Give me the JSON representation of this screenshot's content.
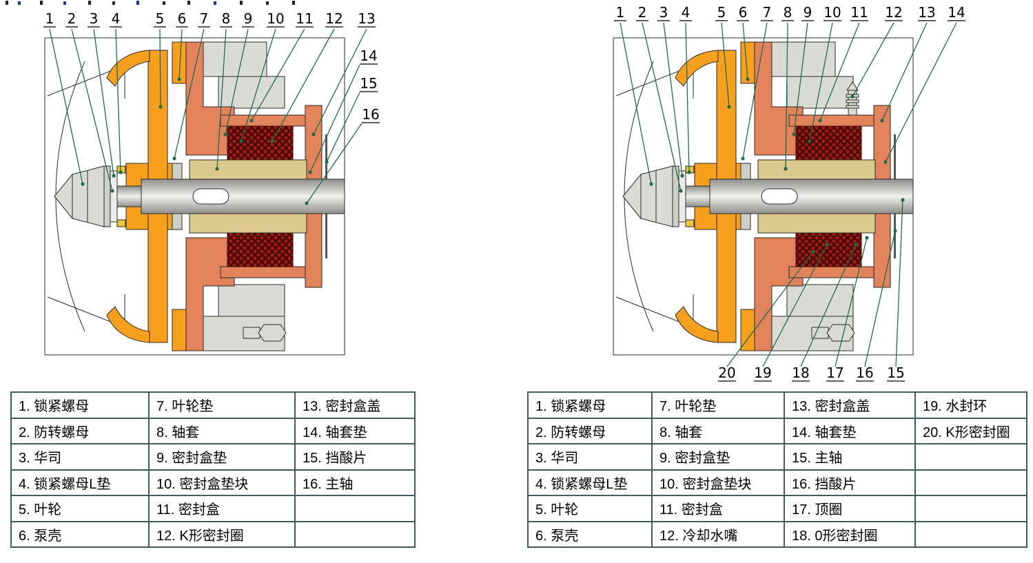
{
  "colors": {
    "impeller_orange": "#F6A01E",
    "housing_coral": "#E2835C",
    "packing_red": "#9E1B0E",
    "sleeve_tan": "#DCC98E",
    "bracket_gray": "#DBDBD6",
    "leader_line_green": "#1E6B4A",
    "table_border": "#3E5C5C"
  },
  "left_figure": {
    "callouts": [
      "1",
      "2",
      "3",
      "4",
      "5",
      "6",
      "7",
      "8",
      "9",
      "10",
      "11",
      "12",
      "13",
      "14",
      "15",
      "16"
    ],
    "table": {
      "rows": [
        [
          "1. 锁紧螺母",
          "7. 叶轮垫",
          "13. 密封盒盖"
        ],
        [
          "2. 防转螺母",
          "8. 轴套",
          "14. 轴套垫"
        ],
        [
          "3. 华司",
          "9. 密封盒垫",
          "15. 挡酸片"
        ],
        [
          "4. 锁紧螺母L垫",
          "10. 密封盒垫块",
          "16. 主轴"
        ],
        [
          "5. 叶轮",
          "11. 密封盒",
          ""
        ],
        [
          "6. 泵壳",
          "12. K形密封圈",
          ""
        ]
      ]
    }
  },
  "right_figure": {
    "callouts": [
      "1",
      "2",
      "3",
      "4",
      "5",
      "6",
      "7",
      "8",
      "9",
      "10",
      "11",
      "12",
      "13",
      "14",
      "15",
      "16",
      "17",
      "18",
      "19",
      "20"
    ],
    "table": {
      "rows": [
        [
          "1. 锁紧螺母",
          "7. 叶轮垫",
          "13. 密封盒盖",
          "19. 水封环"
        ],
        [
          "2. 防转螺母",
          "8. 轴套",
          "14. 轴套垫",
          "20. K形密封圈"
        ],
        [
          "3. 华司",
          "9. 密封盒垫",
          "15. 主轴",
          ""
        ],
        [
          "4. 锁紧螺母L垫",
          "10. 密封盒垫块",
          "16. 挡酸片",
          ""
        ],
        [
          "5. 叶轮",
          "11. 密封盒",
          "17. 顶圈",
          ""
        ],
        [
          "6. 泵壳",
          "12. 冷却水嘴",
          "18. 0形密封圈",
          ""
        ]
      ]
    }
  }
}
